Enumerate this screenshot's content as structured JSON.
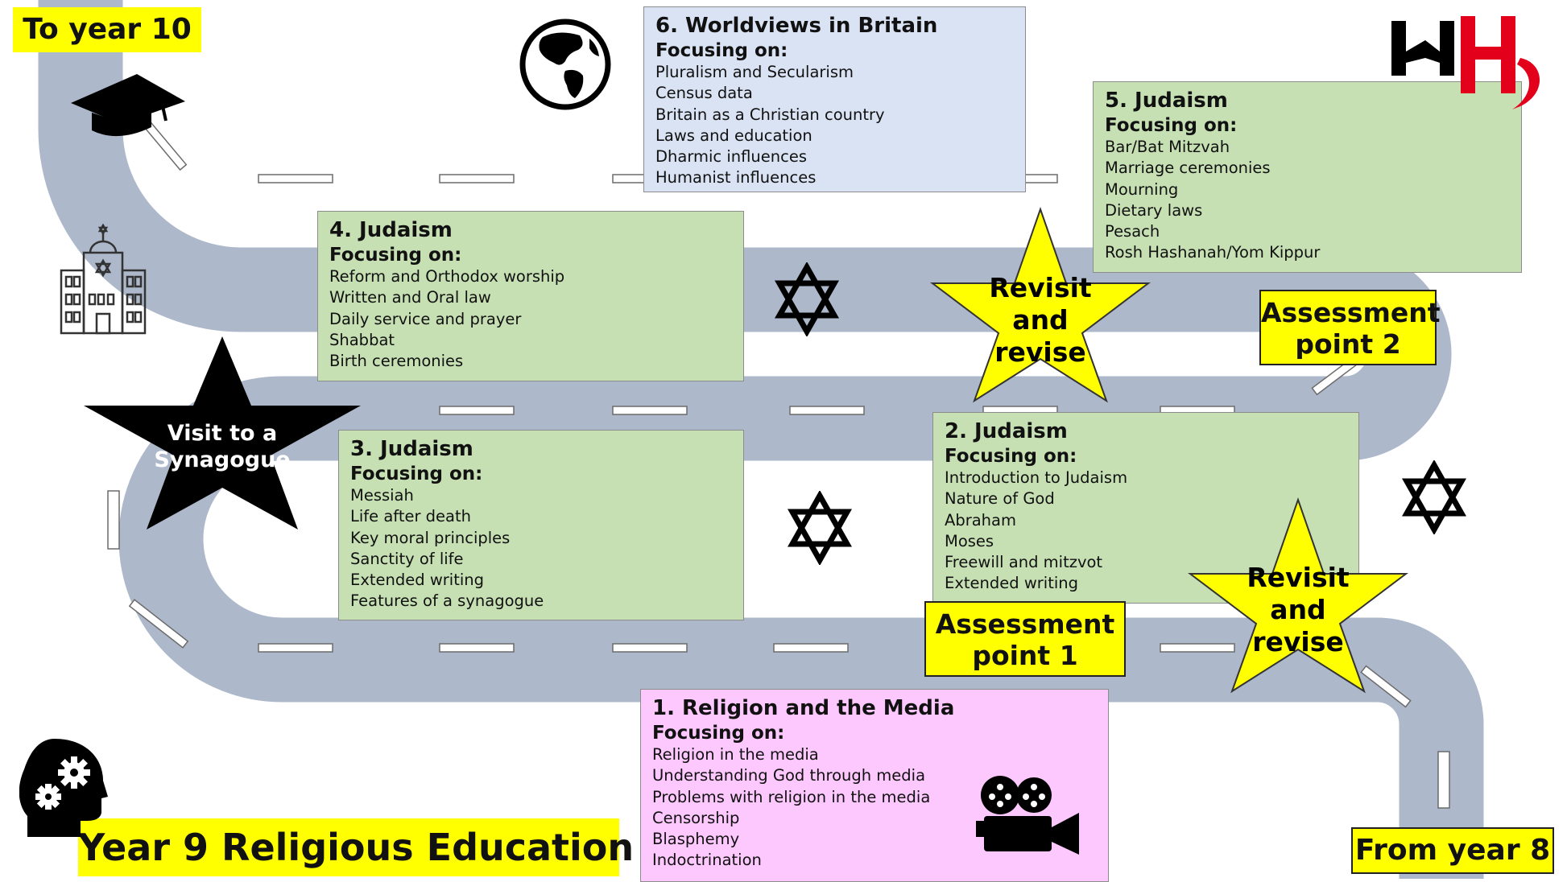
{
  "labels": {
    "to_year": "To year 10",
    "from_year": "From year 8",
    "page_title": "Year 9 Religious Education"
  },
  "units": [
    {
      "title": "1.  Religion and the Media",
      "focus": "Focusing on:",
      "items": [
        "Religion in the media",
        "Understanding God through media",
        "Problems with religion in the media",
        "Censorship",
        "Blasphemy",
        "Indoctrination"
      ]
    },
    {
      "title": "2. Judaism",
      "focus": "Focusing on:",
      "items": [
        "Introduction to Judaism",
        "Nature of God",
        "Abraham",
        "Moses",
        "Freewill and mitzvot",
        "Extended writing"
      ]
    },
    {
      "title": "3. Judaism",
      "focus": "Focusing on:",
      "items": [
        "Messiah",
        "Life after death",
        "Key moral principles",
        "Sanctity of life",
        "Extended writing",
        "Features of a synagogue"
      ]
    },
    {
      "title": "4. Judaism",
      "focus": "Focusing on:",
      "items": [
        "Reform and Orthodox worship",
        "Written and Oral law",
        "Daily service and prayer",
        "Shabbat",
        "Birth ceremonies"
      ]
    },
    {
      "title": "5. Judaism",
      "focus": "Focusing on:",
      "items": [
        "Bar/Bat Mitzvah",
        "Marriage ceremonies",
        "Mourning",
        "Dietary laws",
        "Pesach",
        "Rosh Hashanah/Yom Kippur"
      ]
    },
    {
      "title": "6. Worldviews in Britain",
      "focus": "Focusing on:",
      "items": [
        "Pluralism and Secularism",
        "Census data",
        "Britain as a Christian country",
        "Laws and education",
        "Dharmic influences",
        "Humanist influences"
      ]
    }
  ],
  "assessments": [
    {
      "line1": "Assessment",
      "line2": "point 1"
    },
    {
      "line1": "Assessment",
      "line2": "point 2"
    }
  ],
  "revisits": [
    {
      "line1": "Revisit",
      "line2": "and",
      "line3": "revise"
    },
    {
      "line1": "Revisit",
      "line2": "and",
      "line3": "revise"
    }
  ],
  "visit": {
    "line1": "Visit to a",
    "line2": "Synagogue"
  },
  "icons": [
    "graduation-cap-icon",
    "globe-icon",
    "synagogue-icon",
    "star-of-david-icon",
    "film-camera-icon",
    "head-gears-icon",
    "school-logo-icon"
  ],
  "colors": {
    "road": "#adb8ca",
    "green_box": "#c6e0b4",
    "blue_box": "#dae3f3",
    "pink_box": "#fdc8fd",
    "label_yellow": "#ffff00",
    "star_yellow": "#ffff00",
    "visit_star": "#000000",
    "logo_red": "#e3001b"
  }
}
